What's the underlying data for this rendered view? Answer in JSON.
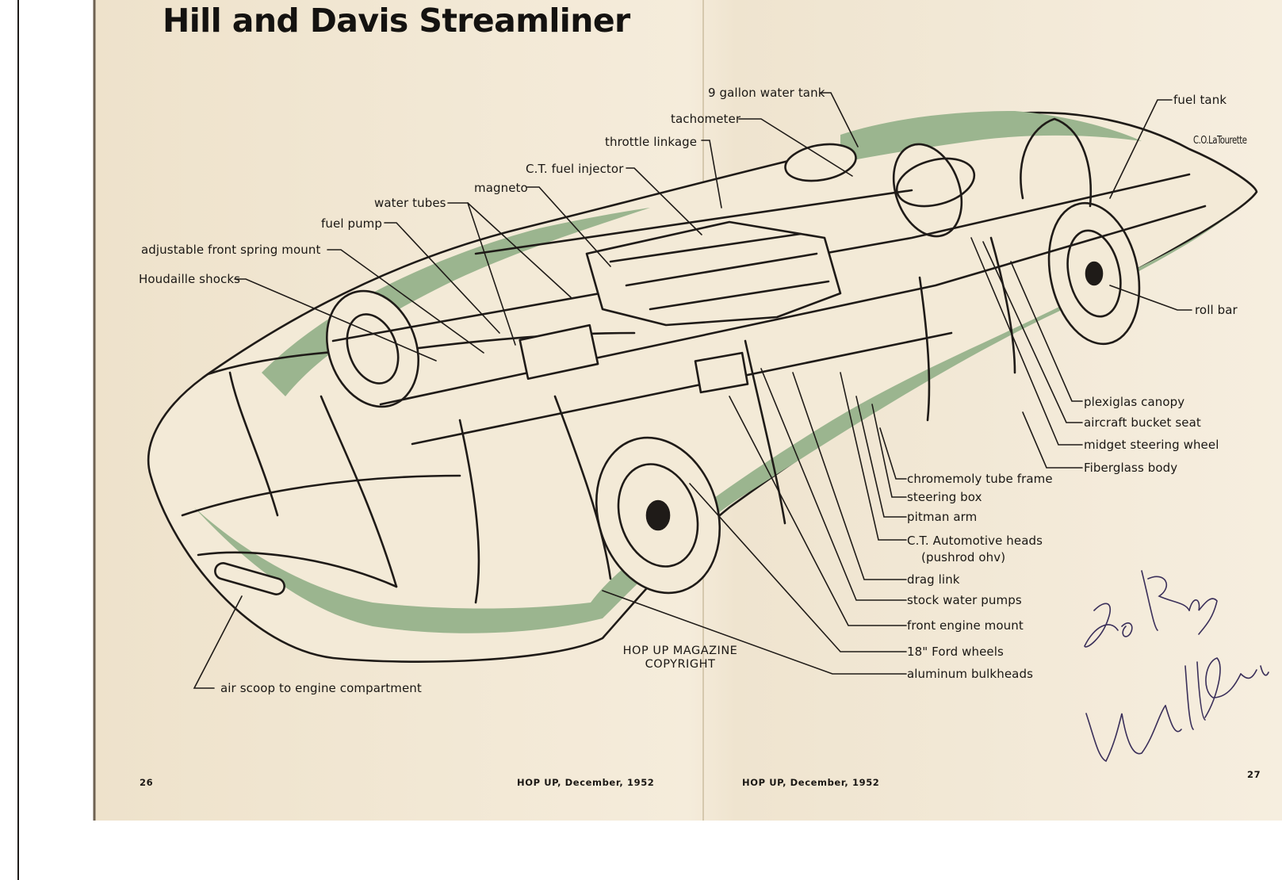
{
  "title": "Hill and Davis Streamliner",
  "artist_credit": "C.O.LaTourette",
  "copyright": [
    "HOP UP MAGAZINE",
    "COPYRIGHT"
  ],
  "footer": {
    "left_page_number": "26",
    "left_running_head": "HOP UP, December, 1952",
    "right_running_head": "HOP UP, December, 1952",
    "right_page_number": "27"
  },
  "labels": {
    "water_tank": "9 gallon water tank",
    "tachometer": "tachometer",
    "throttle_linkage": "throttle linkage",
    "fuel_injector": "C.T. fuel injector",
    "magneto": "magneto",
    "water_tubes": "water tubes",
    "fuel_pump": "fuel pump",
    "front_spring_mount": "adjustable front spring mount",
    "houdaille_shocks": "Houdaille shocks",
    "air_scoop": "air scoop to engine compartment",
    "fuel_tank": "fuel tank",
    "roll_bar": "roll bar",
    "plexiglas_canopy": "plexiglas canopy",
    "bucket_seat": "aircraft bucket seat",
    "steering_wheel": "midget steering wheel",
    "fiberglass_body": "Fiberglass body",
    "tube_frame": "chromemoly tube frame",
    "steering_box": "steering box",
    "pitman_arm": "pitman arm",
    "heads": "C.T. Automotive heads",
    "heads_note": "(pushrod ohv)",
    "drag_link": "drag link",
    "water_pumps": "stock water pumps",
    "engine_mount": "front engine mount",
    "ford_wheels": "18\" Ford wheels",
    "bulkheads": "aluminum bulkheads"
  },
  "signature_text": "To Roy, Willie Davis",
  "colors": {
    "paper": "#f4ead8",
    "paper_edge": "#ece0c9",
    "green_tint": "#9bb58f",
    "ink": "#1a1714",
    "signature_ink": "#3a2f5a"
  }
}
